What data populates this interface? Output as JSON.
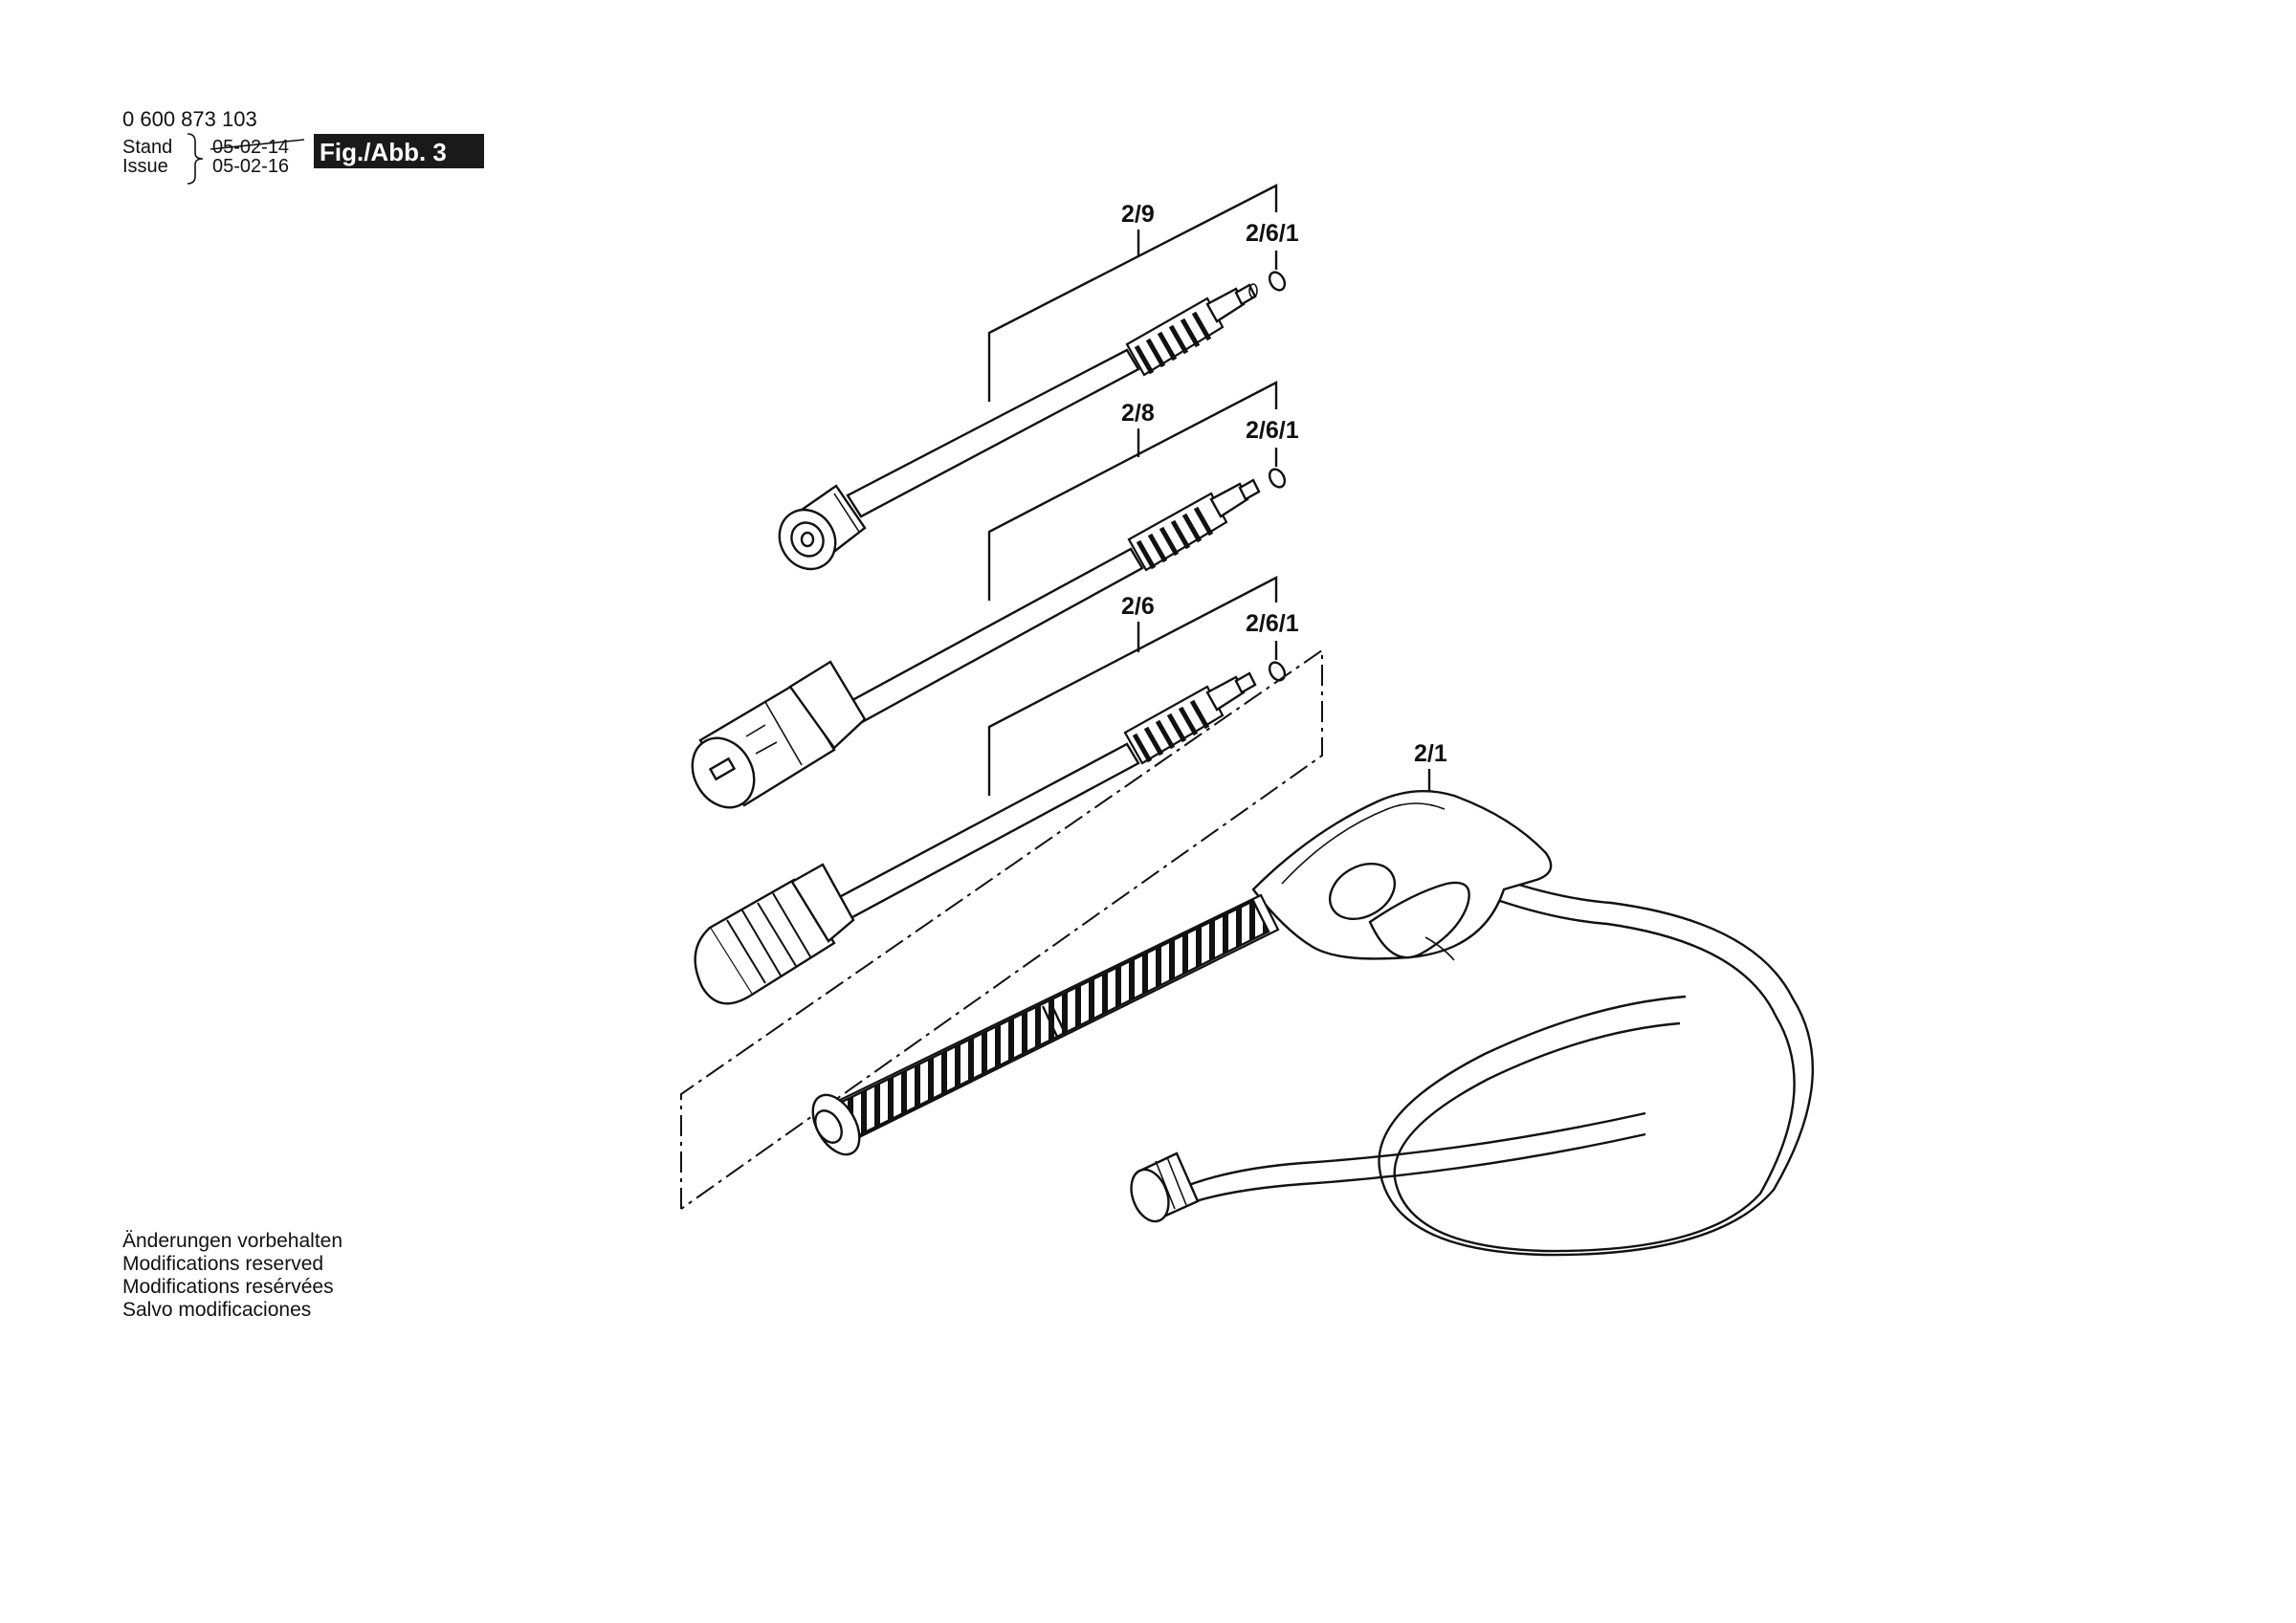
{
  "header": {
    "part_number": "0 600 873 103",
    "stand_label": "Stand",
    "issue_label": "Issue",
    "stand_date_struck": "05-02-14",
    "issue_date": "05-02-16",
    "figure_badge": "Fig./Abb. 3"
  },
  "callouts": {
    "lance_top": "2/9",
    "oring_top": "2/6/1",
    "lance_middle": "2/8",
    "oring_middle": "2/6/1",
    "lance_bottom": "2/6",
    "oring_bottom": "2/6/1",
    "gun_hose": "2/1"
  },
  "footer": {
    "line1": "Änderungen vorbehalten",
    "line2": "Modifications reserved",
    "line3": "Modifications resérvées",
    "line4": "Salvo modificaciones"
  }
}
